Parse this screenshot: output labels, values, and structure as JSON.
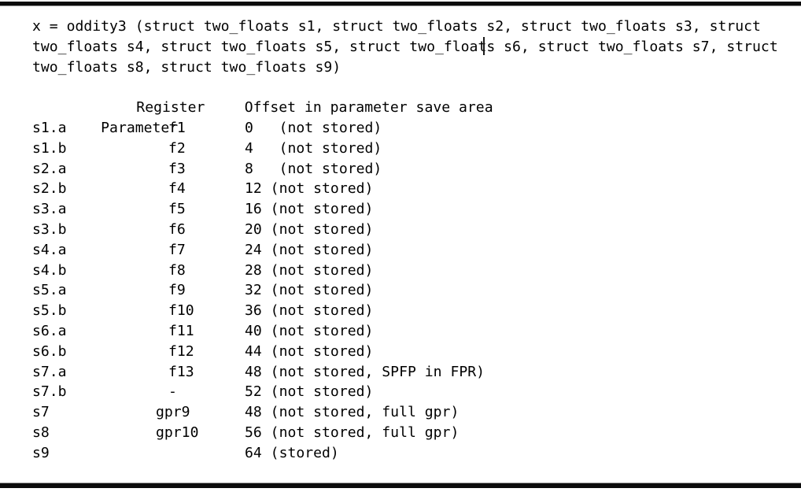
{
  "colors": {
    "background": "#ffffff",
    "text": "#000000",
    "rule": "#0b0b0b"
  },
  "document": {
    "code_lines": [
      "x = oddity3 (struct two_floats s1, struct two_floats s2, struct two_floats s3, struct",
      "two_floats s4, struct two_floats s5, struct two_floats s6, struct two_floats s7, struct",
      "two_floats s8, struct two_floats s9)"
    ],
    "table": {
      "headers": [
        "Parameter",
        "Register",
        "Offset in parameter save area"
      ],
      "rows": [
        {
          "param": "s1.a",
          "register": "f1",
          "offset": "0   (not stored)"
        },
        {
          "param": "s1.b",
          "register": "f2",
          "offset": "4   (not stored)"
        },
        {
          "param": "s2.a",
          "register": "f3",
          "offset": "8   (not stored)"
        },
        {
          "param": "s2.b",
          "register": "f4",
          "offset": "12 (not stored)"
        },
        {
          "param": "s3.a",
          "register": "f5",
          "offset": "16 (not stored)"
        },
        {
          "param": "s3.b",
          "register": "f6",
          "offset": "20 (not stored)"
        },
        {
          "param": "s4.a",
          "register": "f7",
          "offset": "24 (not stored)"
        },
        {
          "param": "s4.b",
          "register": "f8",
          "offset": "28 (not stored)"
        },
        {
          "param": "s5.a",
          "register": "f9",
          "offset": "32 (not stored)"
        },
        {
          "param": "s5.b",
          "register": "f10",
          "offset": "36 (not stored)"
        },
        {
          "param": "s6.a",
          "register": "f11",
          "offset": "40 (not stored)"
        },
        {
          "param": "s6.b",
          "register": "f12",
          "offset": "44 (not stored)"
        },
        {
          "param": "s7.a",
          "register": "f13",
          "offset": "48 (not stored, SPFP in FPR)"
        },
        {
          "param": "s7.b",
          "register": "-",
          "offset": "52 (not stored)"
        },
        {
          "param": "s7",
          "register": "gpr9",
          "offset": "48 (not stored, full gpr)"
        },
        {
          "param": "s8",
          "register": "gpr10",
          "offset": "56 (not stored, full gpr)"
        },
        {
          "param": "s9",
          "register": "",
          "offset": "64 (stored)"
        }
      ]
    }
  }
}
